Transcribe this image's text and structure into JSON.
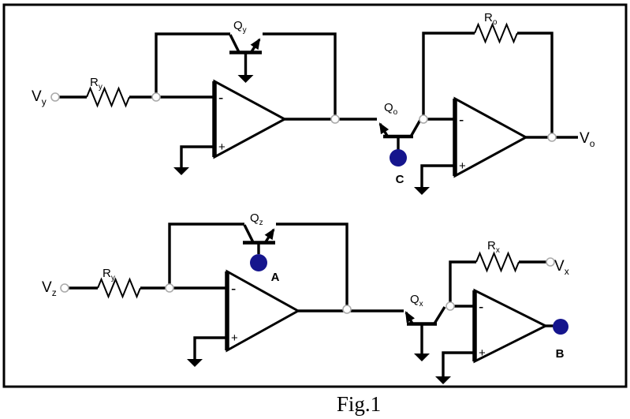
{
  "figure": {
    "caption": "Fig.1",
    "colors": {
      "wire": "#000000",
      "marker_blue": "#15158D",
      "marker_label_red": "#FF0000"
    },
    "opamp": {
      "minus": "-",
      "plus": "+"
    },
    "labels": {
      "vy": {
        "base": "V",
        "sub": "y"
      },
      "ry_top": {
        "base": "R",
        "sub": "y"
      },
      "qy": {
        "base": "Q",
        "sub": "y"
      },
      "qo": {
        "base": "Q",
        "sub": "o"
      },
      "ro": {
        "base": "R",
        "sub": "o"
      },
      "vo": {
        "base": "V",
        "sub": "o"
      },
      "marker_c": "C",
      "vz": {
        "base": "V",
        "sub": "z"
      },
      "ry_bottom": {
        "base": "R",
        "sub": "y"
      },
      "qz": {
        "base": "Q",
        "sub": "z"
      },
      "marker_a": "A",
      "qx": {
        "base": "Q",
        "sub": "x"
      },
      "rx": {
        "base": "R",
        "sub": "x"
      },
      "vx": {
        "base": "V",
        "sub": "x"
      },
      "marker_b": "B"
    }
  }
}
